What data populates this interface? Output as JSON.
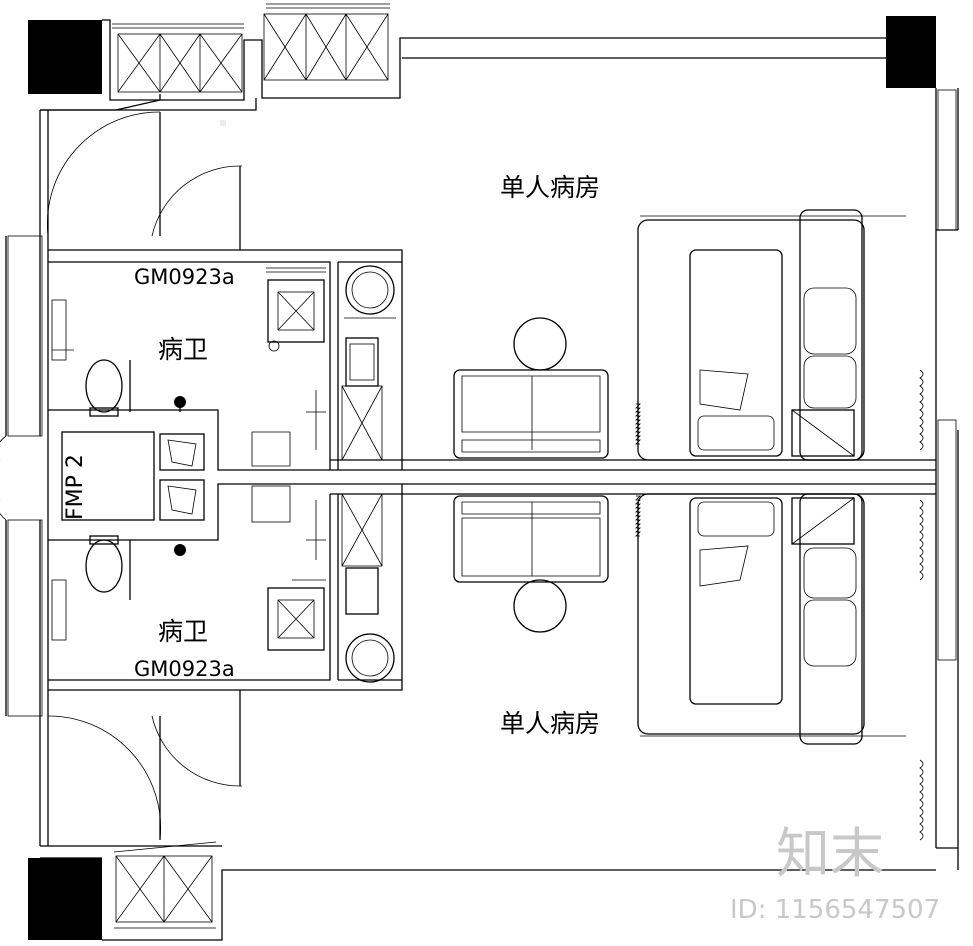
{
  "rooms": {
    "ward_top": "单人病房",
    "ward_bottom": "单人病房",
    "bath_top": "病卫",
    "bath_bottom": "病卫"
  },
  "doors": {
    "top": "GM0923a",
    "bottom": "GM0923a"
  },
  "shaft": "FMP 2",
  "watermark": {
    "logo": "知末",
    "id": "ID: 1156547507"
  }
}
